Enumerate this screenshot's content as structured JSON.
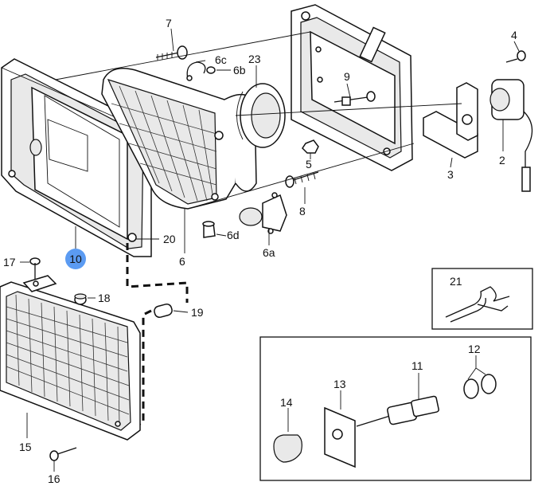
{
  "labels": {
    "p2": "2",
    "p3": "3",
    "p4": "4",
    "p5": "5",
    "p6": "6",
    "p6a": "6a",
    "p6b": "6b",
    "p6c": "6c",
    "p6d": "6d",
    "p7": "7",
    "p8": "8",
    "p9": "9",
    "p10": "10",
    "p11": "11",
    "p12": "12",
    "p13": "13",
    "p14": "14",
    "p15": "15",
    "p16": "16",
    "p17": "17",
    "p18": "18",
    "p19": "19",
    "p20": "20",
    "p21": "21",
    "p23": "23"
  },
  "colors": {
    "highlight": "#5b9bf2",
    "line": "#111111",
    "background": "#ffffff"
  }
}
